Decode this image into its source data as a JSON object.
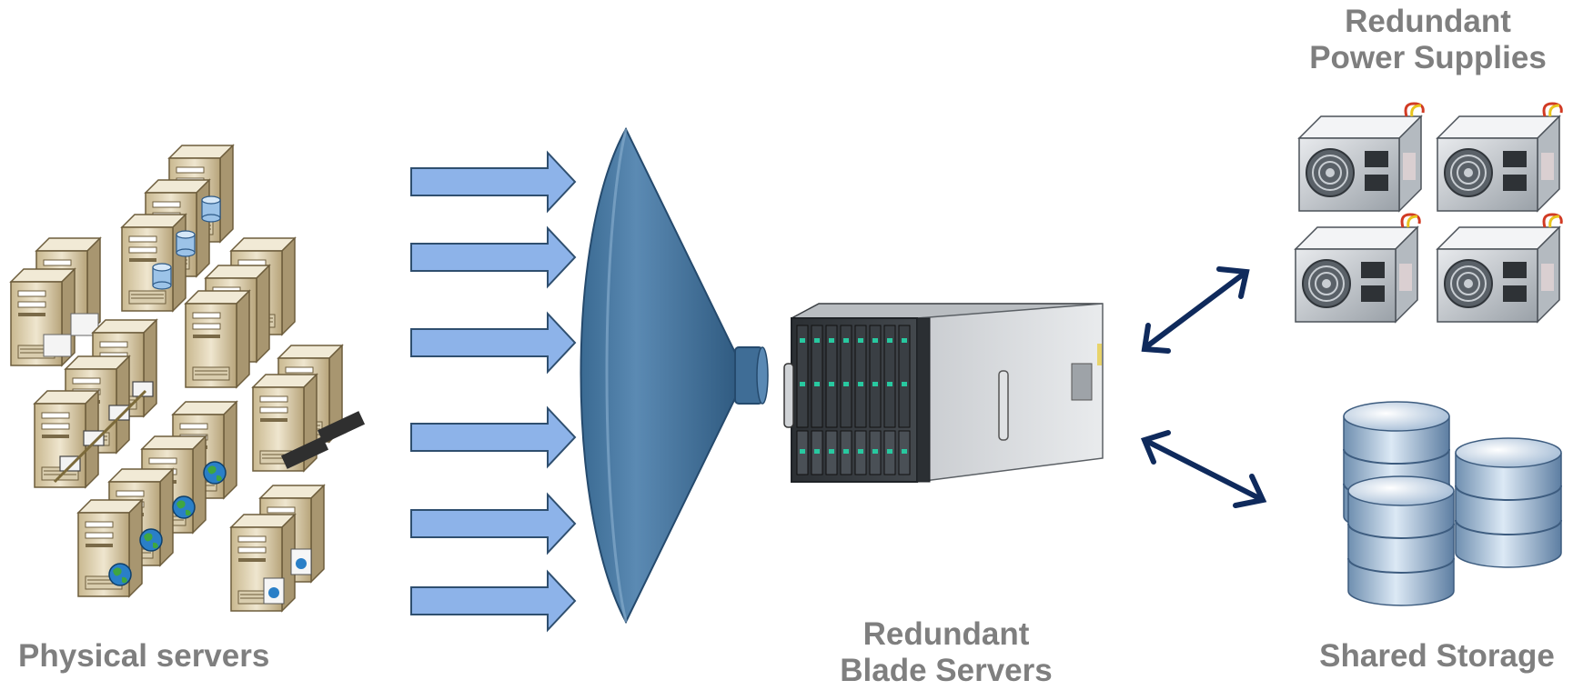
{
  "labels": {
    "physical_servers": "Physical servers",
    "blade_servers_line1": "Redundant",
    "blade_servers_line2": "Blade Servers",
    "power_supplies_line1": "Redundant",
    "power_supplies_line2": "Power Supplies",
    "shared_storage": "Shared Storage"
  },
  "colors": {
    "label_text": "#7f7f7f",
    "arrow_fill": "#8db3e9",
    "arrow_stroke": "#2f4f6f",
    "funnel": "#4a78a0",
    "double_arrow": "#0f2a5c"
  }
}
